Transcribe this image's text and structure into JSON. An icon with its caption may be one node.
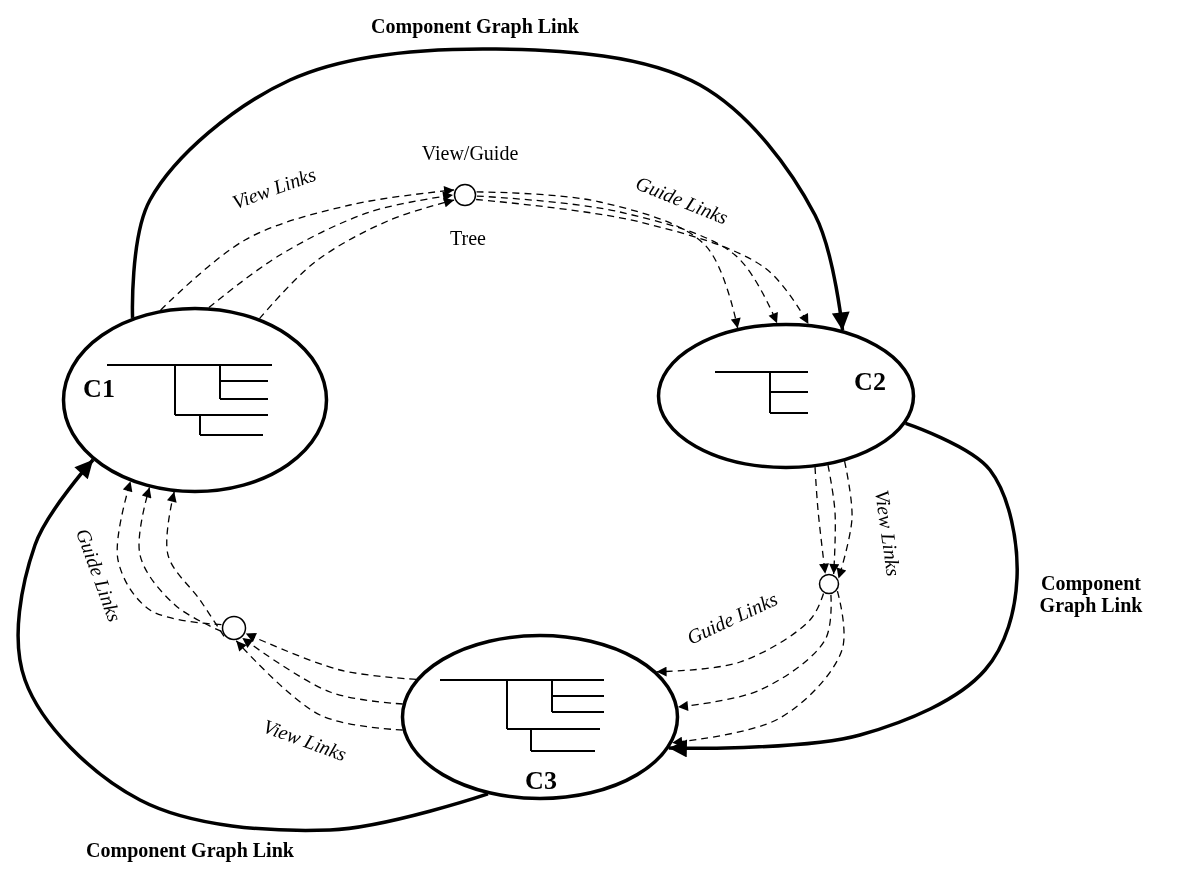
{
  "diagram": {
    "nodes": [
      {
        "text": [
          "C1"
        ]
      },
      {
        "text": [
          "C2"
        ]
      },
      {
        "text": [
          "C3"
        ]
      },
      {
        "text": [
          "View/Guide",
          "Tree"
        ]
      },
      {
        "text": [],
        "shape": "circle"
      },
      {
        "text": [],
        "shape": "circle"
      }
    ],
    "edges": [
      {
        "from": 0,
        "to": 1,
        "arrow": "to",
        "style": "thick",
        "label": "Component Graph Link"
      },
      {
        "from": 1,
        "to": 2,
        "arrow": "to",
        "style": "thick",
        "label": "Component Graph Link"
      },
      {
        "from": 2,
        "to": 0,
        "arrow": "to",
        "style": "thick",
        "label": "Component Graph Link"
      },
      {
        "from": 0,
        "to": 3,
        "arrow": "to",
        "style": "dashed",
        "label": "View Links"
      },
      {
        "from": 0,
        "to": 3,
        "arrow": "to",
        "style": "dashed"
      },
      {
        "from": 0,
        "to": 3,
        "arrow": "to",
        "style": "dashed"
      },
      {
        "from": 3,
        "to": 1,
        "arrow": "to",
        "style": "dashed"
      },
      {
        "from": 3,
        "to": 1,
        "arrow": "to",
        "style": "dashed",
        "label": "Guide Links"
      },
      {
        "from": 3,
        "to": 1,
        "arrow": "to",
        "style": "dashed"
      },
      {
        "from": 1,
        "to": 4,
        "arrow": "to",
        "style": "dashed"
      },
      {
        "from": 1,
        "to": 4,
        "arrow": "to",
        "style": "dashed"
      },
      {
        "from": 1,
        "to": 4,
        "arrow": "to",
        "style": "dashed",
        "label": "View Links"
      },
      {
        "from": 4,
        "to": 2,
        "arrow": "to",
        "style": "dashed",
        "label": "Guide Links"
      },
      {
        "from": 4,
        "to": 2,
        "arrow": "to",
        "style": "dashed"
      },
      {
        "from": 4,
        "to": 2,
        "arrow": "to",
        "style": "dashed"
      },
      {
        "from": 2,
        "to": 5,
        "arrow": "to",
        "style": "dashed"
      },
      {
        "from": 2,
        "to": 5,
        "arrow": "to",
        "style": "dashed"
      },
      {
        "from": 2,
        "to": 5,
        "arrow": "to",
        "style": "dashed",
        "label": "View Links"
      },
      {
        "from": 5,
        "to": 0,
        "arrow": "to",
        "style": "dashed",
        "label": "Guide Links"
      },
      {
        "from": 5,
        "to": 0,
        "arrow": "to",
        "style": "dashed"
      },
      {
        "from": 5,
        "to": 0,
        "arrow": "to",
        "style": "dashed"
      }
    ]
  }
}
